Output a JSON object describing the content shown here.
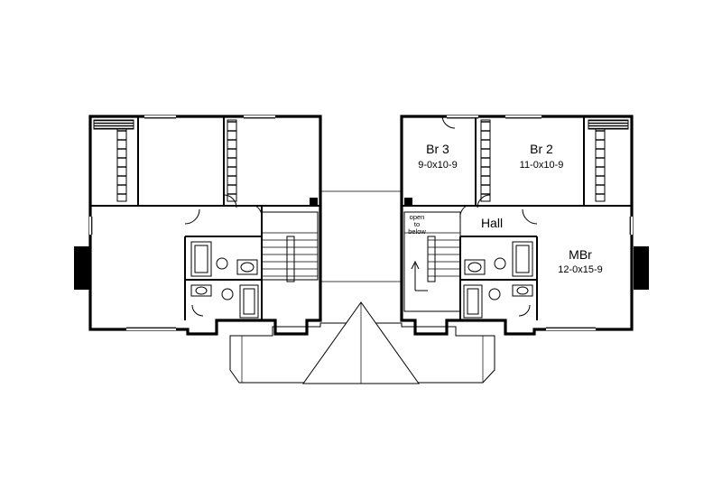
{
  "rooms": {
    "br3": {
      "name": "Br 3",
      "dims": "9-0x10-9"
    },
    "br2": {
      "name": "Br 2",
      "dims": "11-0x10-9"
    },
    "mbr": {
      "name": "MBr",
      "dims": "12-0x15-9"
    },
    "hall": {
      "name": "Hall"
    },
    "open_to_below": {
      "line1": "open",
      "line2": "to",
      "line3": "below"
    }
  }
}
